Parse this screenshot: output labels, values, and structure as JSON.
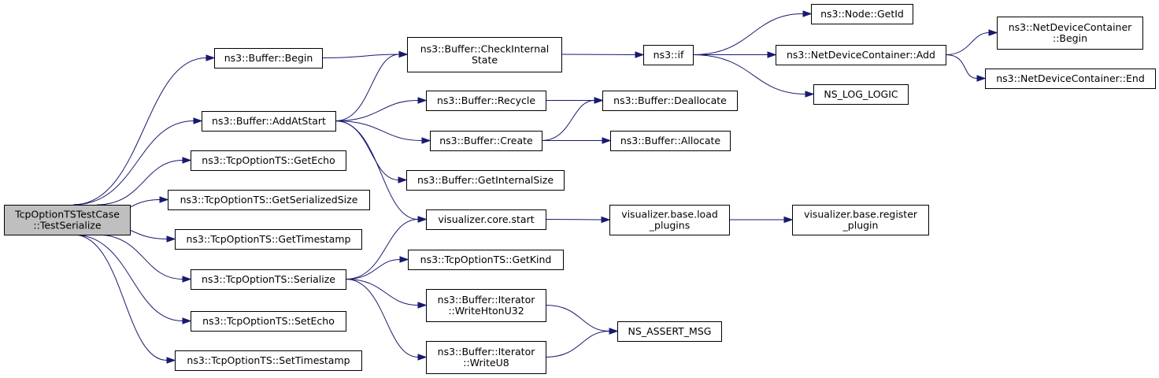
{
  "nodes": [
    {
      "id": "root",
      "lines": [
        "TcpOptionTSTestCase",
        "::TestSerialize"
      ],
      "root": true
    },
    {
      "id": "buffer_begin",
      "lines": [
        "ns3::Buffer::Begin"
      ]
    },
    {
      "id": "buffer_checkinternalstate",
      "lines": [
        "ns3::Buffer::CheckInternal",
        "State"
      ]
    },
    {
      "id": "ns3_if",
      "lines": [
        "ns3::if"
      ]
    },
    {
      "id": "node_getid",
      "lines": [
        "ns3::Node::GetId"
      ]
    },
    {
      "id": "netdevicecontainer_add",
      "lines": [
        "ns3::NetDeviceContainer::Add"
      ]
    },
    {
      "id": "netdevicecontainer_begin",
      "lines": [
        "ns3::NetDeviceContainer",
        "::Begin"
      ]
    },
    {
      "id": "netdevicecontainer_end",
      "lines": [
        "ns3::NetDeviceContainer::End"
      ]
    },
    {
      "id": "ns_log_logic",
      "lines": [
        "NS_LOG_LOGIC"
      ]
    },
    {
      "id": "buffer_addatstart",
      "lines": [
        "ns3::Buffer::AddAtStart"
      ]
    },
    {
      "id": "buffer_recycle",
      "lines": [
        "ns3::Buffer::Recycle"
      ]
    },
    {
      "id": "buffer_deallocate",
      "lines": [
        "ns3::Buffer::Deallocate"
      ]
    },
    {
      "id": "buffer_create",
      "lines": [
        "ns3::Buffer::Create"
      ]
    },
    {
      "id": "buffer_allocate",
      "lines": [
        "ns3::Buffer::Allocate"
      ]
    },
    {
      "id": "buffer_getinternalsize",
      "lines": [
        "ns3::Buffer::GetInternalSize"
      ]
    },
    {
      "id": "visualizer_core_start",
      "lines": [
        "visualizer.core.start"
      ]
    },
    {
      "id": "visualizer_base_load_plugins",
      "lines": [
        "visualizer.base.load",
        "_plugins"
      ]
    },
    {
      "id": "visualizer_base_register_plugin",
      "lines": [
        "visualizer.base.register",
        "_plugin"
      ]
    },
    {
      "id": "tcpoptionts_getecho",
      "lines": [
        "ns3::TcpOptionTS::GetEcho"
      ]
    },
    {
      "id": "tcpoptionts_getserializedsize",
      "lines": [
        "ns3::TcpOptionTS::GetSerializedSize"
      ]
    },
    {
      "id": "tcpoptionts_gettimestamp",
      "lines": [
        "ns3::TcpOptionTS::GetTimestamp"
      ]
    },
    {
      "id": "tcpoptionts_serialize",
      "lines": [
        "ns3::TcpOptionTS::Serialize"
      ]
    },
    {
      "id": "tcpoptionts_getkind",
      "lines": [
        "ns3::TcpOptionTS::GetKind"
      ]
    },
    {
      "id": "iterator_writehtonu32",
      "lines": [
        "ns3::Buffer::Iterator",
        "::WriteHtonU32"
      ]
    },
    {
      "id": "ns_assert_msg",
      "lines": [
        "NS_ASSERT_MSG"
      ]
    },
    {
      "id": "iterator_writeu8",
      "lines": [
        "ns3::Buffer::Iterator",
        "::WriteU8"
      ]
    },
    {
      "id": "tcpoptionts_setecho",
      "lines": [
        "ns3::TcpOptionTS::SetEcho"
      ]
    },
    {
      "id": "tcpoptionts_settimestamp",
      "lines": [
        "ns3::TcpOptionTS::SetTimestamp"
      ]
    }
  ],
  "edges": [
    [
      "root",
      "buffer_begin"
    ],
    [
      "root",
      "buffer_addatstart"
    ],
    [
      "root",
      "tcpoptionts_getecho"
    ],
    [
      "root",
      "tcpoptionts_getserializedsize"
    ],
    [
      "root",
      "tcpoptionts_gettimestamp"
    ],
    [
      "root",
      "tcpoptionts_serialize"
    ],
    [
      "root",
      "tcpoptionts_setecho"
    ],
    [
      "root",
      "tcpoptionts_settimestamp"
    ],
    [
      "buffer_begin",
      "buffer_checkinternalstate"
    ],
    [
      "buffer_checkinternalstate",
      "ns3_if"
    ],
    [
      "ns3_if",
      "node_getid"
    ],
    [
      "ns3_if",
      "netdevicecontainer_add"
    ],
    [
      "ns3_if",
      "ns_log_logic"
    ],
    [
      "netdevicecontainer_add",
      "netdevicecontainer_begin"
    ],
    [
      "netdevicecontainer_add",
      "netdevicecontainer_end"
    ],
    [
      "buffer_addatstart",
      "buffer_checkinternalstate"
    ],
    [
      "buffer_addatstart",
      "buffer_recycle"
    ],
    [
      "buffer_addatstart",
      "buffer_create"
    ],
    [
      "buffer_addatstart",
      "buffer_getinternalsize"
    ],
    [
      "buffer_addatstart",
      "visualizer_core_start"
    ],
    [
      "buffer_recycle",
      "buffer_deallocate"
    ],
    [
      "buffer_create",
      "buffer_deallocate"
    ],
    [
      "buffer_create",
      "buffer_allocate"
    ],
    [
      "visualizer_core_start",
      "visualizer_base_load_plugins"
    ],
    [
      "visualizer_base_load_plugins",
      "visualizer_base_register_plugin"
    ],
    [
      "tcpoptionts_serialize",
      "visualizer_core_start"
    ],
    [
      "tcpoptionts_serialize",
      "tcpoptionts_getkind"
    ],
    [
      "tcpoptionts_serialize",
      "iterator_writehtonu32"
    ],
    [
      "tcpoptionts_serialize",
      "iterator_writeu8"
    ],
    [
      "iterator_writehtonu32",
      "ns_assert_msg"
    ],
    [
      "iterator_writeu8",
      "ns_assert_msg"
    ]
  ]
}
